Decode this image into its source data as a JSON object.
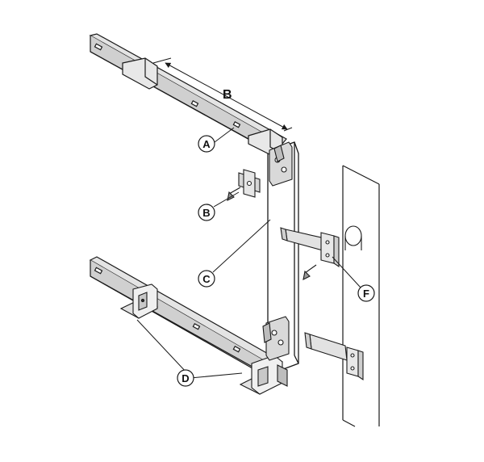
{
  "diagram": {
    "dimension_label": "B",
    "callouts": {
      "rail": "A",
      "bracket": "B",
      "panel": "C",
      "mounts": "D",
      "hinge": "F"
    },
    "colors": {
      "line": "#1a1a1a",
      "steel": "#e4e4e4",
      "steel_dark": "#b5b5b5",
      "panel": "#ffffff"
    }
  }
}
